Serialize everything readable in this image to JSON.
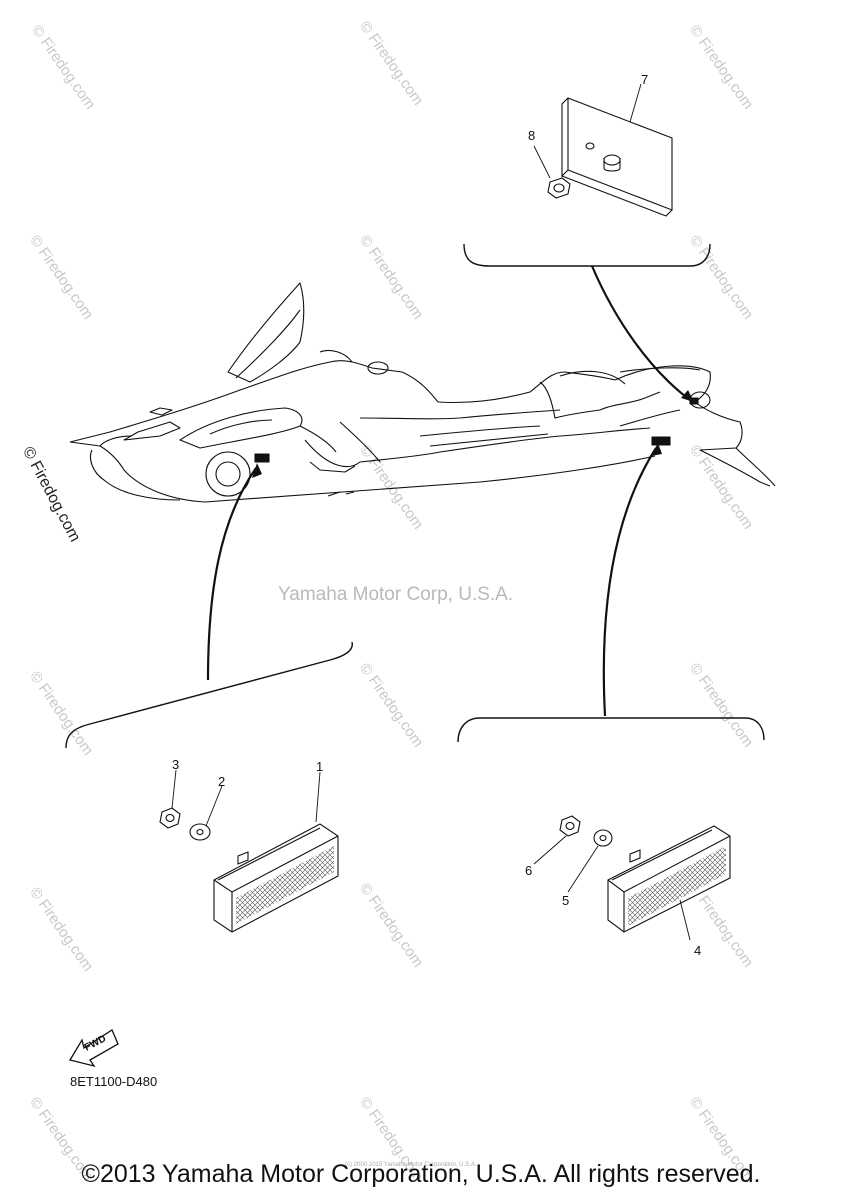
{
  "watermark": {
    "site": "© Firedog.com",
    "center": "Yamaha Motor Corp, U.S.A."
  },
  "callouts": [
    "1",
    "2",
    "3",
    "4",
    "5",
    "6",
    "7",
    "8"
  ],
  "fwd_label": "FWD",
  "diagram_code": "8ET1100-D480",
  "tiny_copyright": "(c) 2000-2015 Yamaha Motor Corporation, U.S.A.",
  "copyright": "©2013 Yamaha Motor Corporation, U.S.A. All rights reserved."
}
